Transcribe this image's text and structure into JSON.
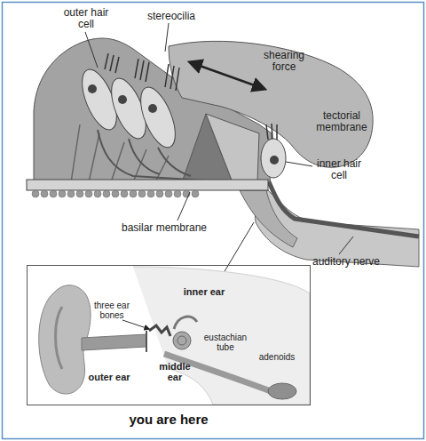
{
  "diagram": {
    "nodes": [
      {
        "text": [
          "you are here"
        ]
      }
    ],
    "labels": [
      "outer hair cell",
      "stereocilia",
      "shearing force",
      "tectorial membrane",
      "inner hair cell",
      "basilar membrane",
      "auditory nerve",
      "three ear bones",
      "inner ear",
      "eustachian tube",
      "adenoids",
      "middle ear",
      "outer ear"
    ]
  }
}
